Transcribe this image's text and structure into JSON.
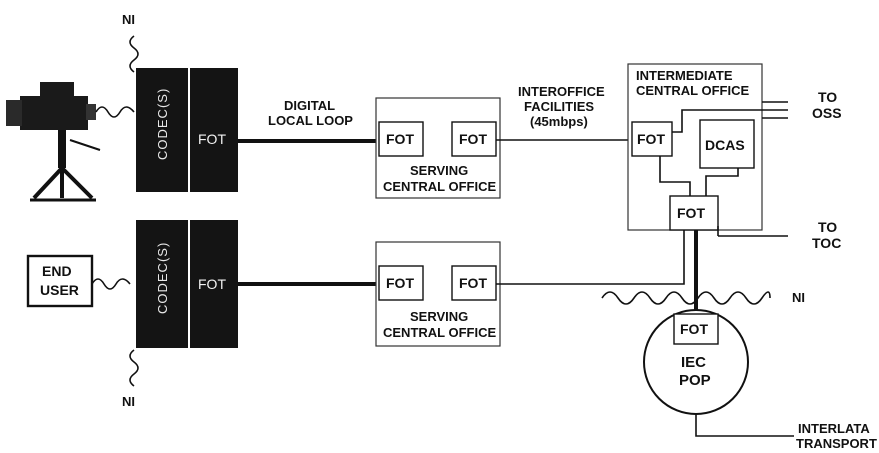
{
  "labels": {
    "ni": "NI",
    "codec": "CODEC(S)",
    "fot": "FOT",
    "end_user_line1": "END",
    "end_user_line2": "USER",
    "digital_local_loop_line1": "DIGITAL",
    "digital_local_loop_line2": "LOCAL LOOP",
    "serving_co_line1": "SERVING",
    "serving_co_line2": "CENTRAL OFFICE",
    "interoffice_line1": "INTEROFFICE",
    "interoffice_line2": "FACILITIES",
    "interoffice_line3": "(45mbps)",
    "intermediate_line1": "INTERMEDIATE",
    "intermediate_line2": "CENTRAL OFFICE",
    "dcas": "DCAS",
    "to_oss_line1": "TO",
    "to_oss_line2": "OSS",
    "to_toc_line1": "TO",
    "to_toc_line2": "TOC",
    "iec_line1": "IEC",
    "iec_line2": "POP",
    "interlata_line1": "INTERLATA",
    "interlata_line2": "TRANSPORT"
  }
}
